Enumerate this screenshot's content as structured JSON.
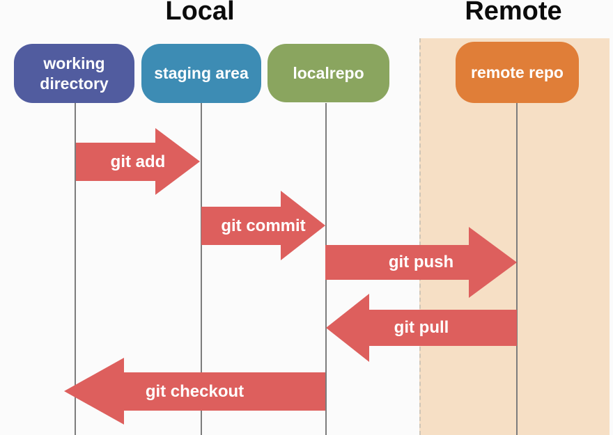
{
  "titles": {
    "local": "Local",
    "remote": "Remote"
  },
  "colors": {
    "background": "#fbfbfb",
    "remote_panel": "#f6dfc5",
    "panel_border": "#cfc6b8",
    "lifeline": "#7c7c7c",
    "arrow": "#dd5f5d",
    "node_text": "#ffffff",
    "title_text": "#0b0b0b"
  },
  "nodes": [
    {
      "id": "working-directory",
      "label": "working directory",
      "color": "#515c9f"
    },
    {
      "id": "staging-area",
      "label": "staging area",
      "color": "#3d8cb4"
    },
    {
      "id": "localrepo",
      "label": "localrepo",
      "color": "#8aa55f"
    },
    {
      "id": "remote-repo",
      "label": "remote repo",
      "color": "#e07e38"
    }
  ],
  "arrows": [
    {
      "id": "git-add",
      "label": "git add",
      "from": "working-directory",
      "to": "staging-area",
      "direction": "right"
    },
    {
      "id": "git-commit",
      "label": "git commit",
      "from": "staging-area",
      "to": "localrepo",
      "direction": "right"
    },
    {
      "id": "git-push",
      "label": "git push",
      "from": "localrepo",
      "to": "remote-repo",
      "direction": "right"
    },
    {
      "id": "git-pull",
      "label": "git pull",
      "from": "remote-repo",
      "to": "localrepo",
      "direction": "left"
    },
    {
      "id": "git-checkout",
      "label": "git checkout",
      "from": "localrepo",
      "to": "working-directory",
      "direction": "left"
    }
  ]
}
